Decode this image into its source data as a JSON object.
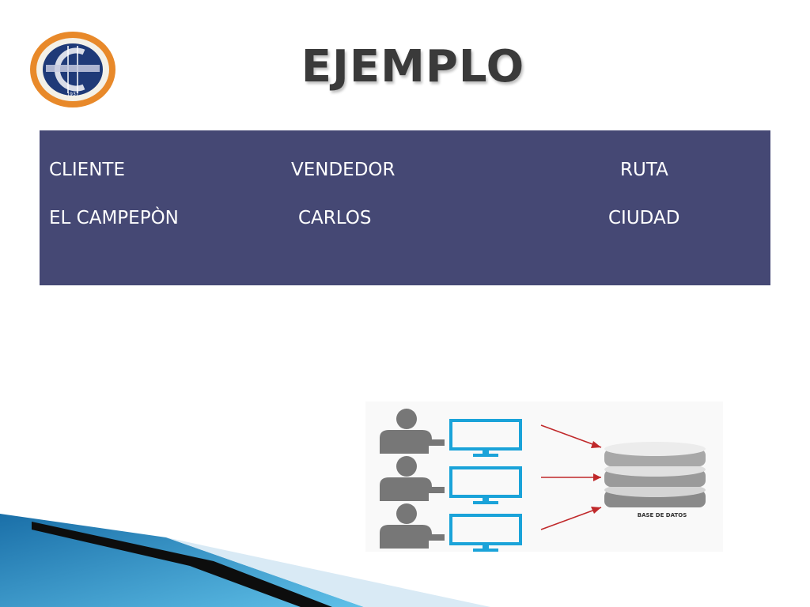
{
  "slide": {
    "title": "EJEMPLO"
  },
  "table": {
    "headers": {
      "cliente": "CLIENTE",
      "vendedor": "VENDEDOR",
      "ruta": "RUTA"
    },
    "row": {
      "cliente": "EL CAMPEPÒN",
      "vendedor": "CARLOS",
      "ruta": "CIUDAD"
    }
  },
  "logo": {
    "icon": "university-seal-icon",
    "accent": "#e8892a",
    "year": "1937"
  },
  "diagram": {
    "db_label": "BASE DE DATOS",
    "users": 3
  },
  "colors": {
    "panel": "#454874",
    "title": "#3a3a3a",
    "monitor": "#1aa3d9",
    "arrow": "#c0292b"
  }
}
